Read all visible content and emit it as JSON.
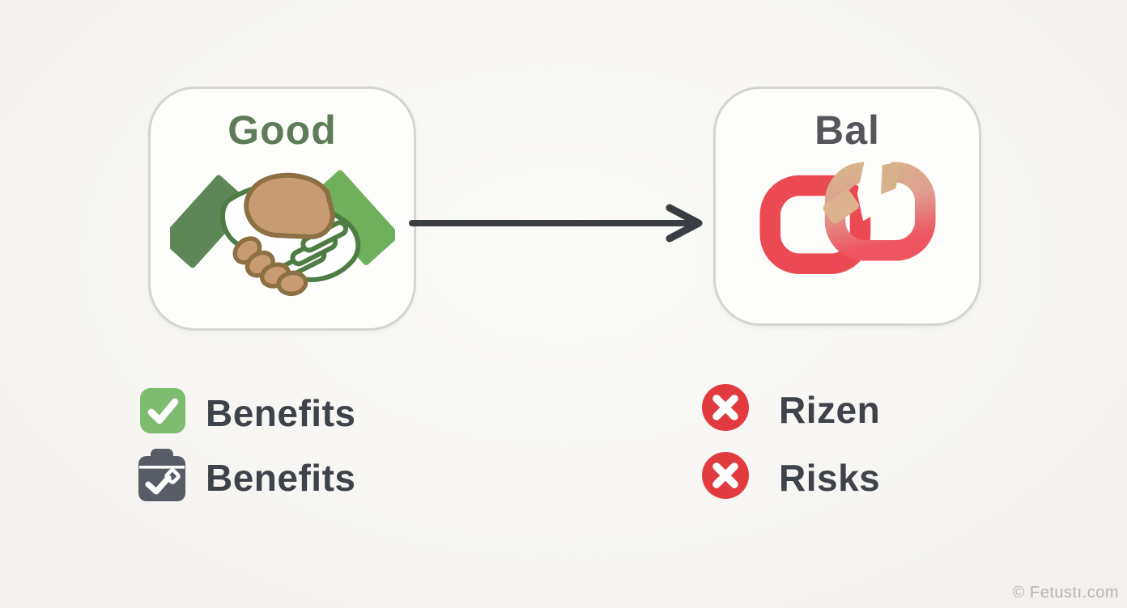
{
  "page": {
    "background": "#f7f6f3",
    "watermark": "© Fetustı.com"
  },
  "comparison": {
    "good_card": {
      "title": "Good",
      "icon": "handshake",
      "title_color": "#5e7c59"
    },
    "bad_card": {
      "title": "Bal",
      "icon": "broken-chain-link",
      "title_color": "#54565c"
    },
    "arrow": {
      "direction": "left-to-right",
      "color": "#3a3e43"
    }
  },
  "good_list": {
    "items": [
      {
        "icon": "check-square",
        "icon_color": "#7dbc6e",
        "label": "Benefits"
      },
      {
        "icon": "clipboard-check",
        "icon_color": "#585c66",
        "label": "Benefits"
      }
    ]
  },
  "bad_list": {
    "items": [
      {
        "icon": "x-circle",
        "icon_color": "#e13b40",
        "label": "Rizen"
      },
      {
        "icon": "x-circle",
        "icon_color": "#e13b40",
        "label": "Risks"
      }
    ]
  }
}
